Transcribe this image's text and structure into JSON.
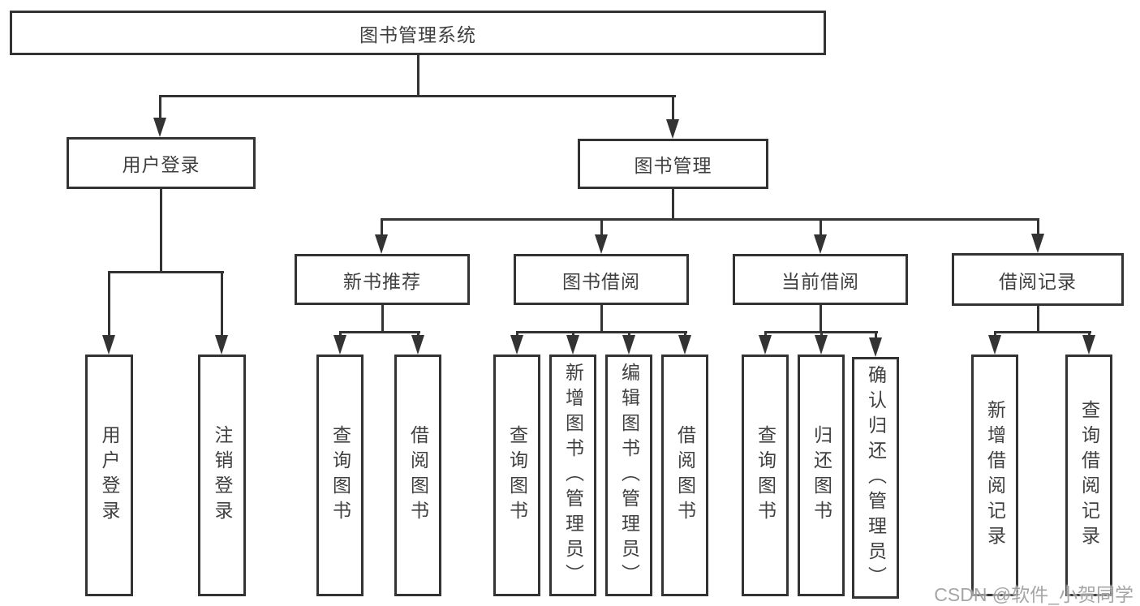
{
  "nodes": {
    "root": {
      "label": "图书管理系统"
    },
    "userLogin": {
      "label": "用户登录"
    },
    "bookMgmt": {
      "label": "图书管理"
    },
    "newBooks": {
      "label": "新书推荐"
    },
    "bookBorrow": {
      "label": "图书借阅"
    },
    "currentBorrow": {
      "label": "当前借阅"
    },
    "borrowRecords": {
      "label": "借阅记录"
    },
    "leafUserLogin": {
      "label": "用户登录"
    },
    "leafLogout": {
      "label": "注销登录"
    },
    "leafRecQuery": {
      "label": "查询图书"
    },
    "leafRecBorrow": {
      "label": "借阅图书"
    },
    "leafBorQuery": {
      "label": "查询图书"
    },
    "leafBorAdd": {
      "label": "新增图书（管理员）"
    },
    "leafBorEdit": {
      "label": "编辑图书（管理员）"
    },
    "leafBorBorrow": {
      "label": "借阅图书"
    },
    "leafCurQuery": {
      "label": "查询图书"
    },
    "leafCurReturn": {
      "label": "归还图书"
    },
    "leafCurConfirm": {
      "label": "确认归还（管理员）"
    },
    "leafRecordAdd": {
      "label": "新增借阅记录"
    },
    "leafRecordQuery": {
      "label": "查询借阅记录"
    }
  },
  "watermark": {
    "text": "CSDN @软件_小贺同学"
  },
  "colors": {
    "line": "#333333",
    "text": "#404040",
    "watermark": "#9e9e9e"
  }
}
